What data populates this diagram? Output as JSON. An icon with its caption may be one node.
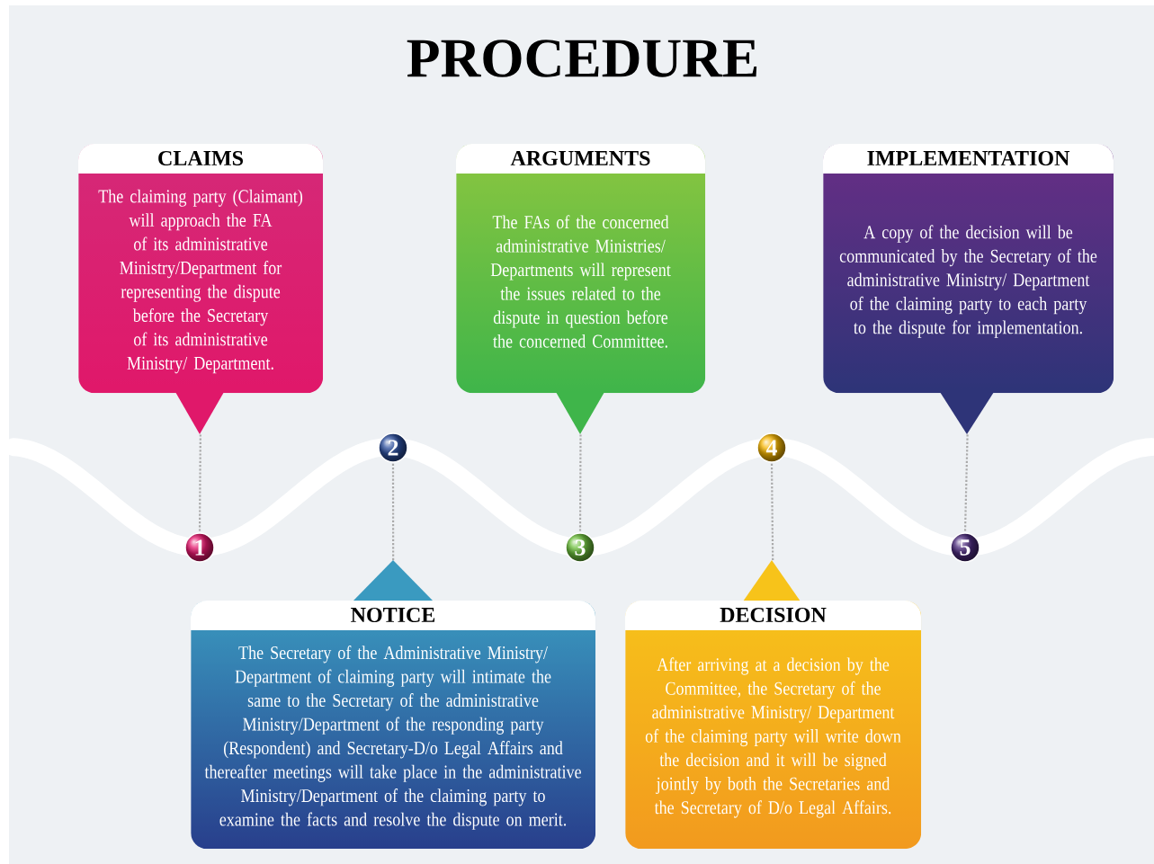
{
  "diagram": {
    "title": "PROCEDURE",
    "nodes": [
      {
        "text": [
          "CLAIMS",
          "The claiming party (Claimant) will approach the FA of its administrative Ministry/Department for representing the dispute before the Secretary of its administrative Ministry/ Department."
        ]
      },
      {
        "text": [
          "ARGUMENTS",
          "The FAs of the concerned administrative Ministries/ Departments will represent the issues related to the dispute in question before the concerned Committee."
        ]
      },
      {
        "text": [
          "IMPLEMENTATION",
          "A copy of the decision will be communicated by the Secretary of the administrative Ministry/ Department of the claiming party to each party to the dispute for implementation."
        ]
      },
      {
        "text": [
          "1"
        ]
      },
      {
        "text": [
          "2"
        ]
      },
      {
        "text": [
          "3"
        ]
      },
      {
        "text": [
          "4"
        ]
      },
      {
        "text": [
          "5"
        ]
      },
      {
        "text": [
          "NOTICE",
          "The Secretary of the Administrative Ministry/ Department of claiming party will intimate the same to the Secretary of the administrative Ministry/Department of the responding party (Respondent) and Secretary-D/o Legal Affairs and thereafter meetings will take place in the administrative Ministry/Department of the claiming party to examine the facts and resolve the dispute on merit."
        ]
      },
      {
        "text": [
          "DECISION",
          "After arriving at a decision by the Committee, the Secretary of the administrative Ministry/ Department of the claiming party will write down the decision and it will be signed jointly by both the Secretaries and the Secretary of D/o Legal Affairs."
        ]
      }
    ],
    "edges": [
      {
        "from": 0,
        "to": 3,
        "arrow": "none",
        "style": "dashed"
      },
      {
        "from": 8,
        "to": 4,
        "arrow": "none",
        "style": "dashed"
      },
      {
        "from": 1,
        "to": 5,
        "arrow": "none",
        "style": "dashed"
      },
      {
        "from": 9,
        "to": 6,
        "arrow": "none",
        "style": "dashed"
      },
      {
        "from": 2,
        "to": 7,
        "arrow": "none",
        "style": "dashed"
      }
    ]
  }
}
